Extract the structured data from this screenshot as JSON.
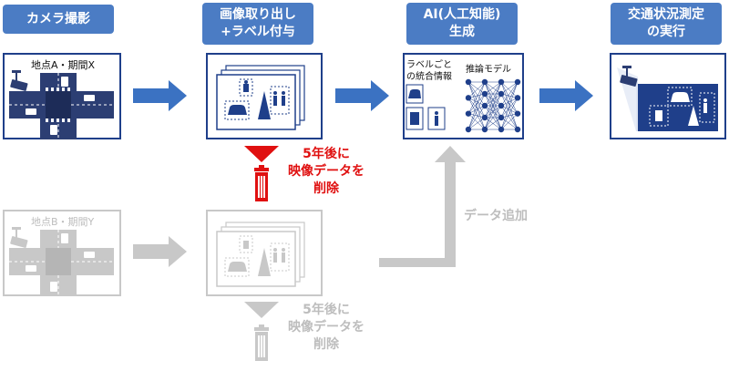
{
  "headers": {
    "camera": "カメラ撮影",
    "extract_line1": "画像取り出し",
    "extract_line2": "+ラベル付与",
    "ai_line1": "AI(人工知能)",
    "ai_line2": "生成",
    "measure_line1": "交通状況測定",
    "measure_line2": "の実行"
  },
  "location_a": "地点A・期間X",
  "location_b": "地点B・期間Y",
  "ai_panel": {
    "label_integration_line1": "ラベルごと",
    "label_integration_line2": "の統合情報",
    "inference_model": "推論モデル"
  },
  "deletion_active": {
    "line1": "5年後に",
    "line2": "映像データを",
    "line3": "削除"
  },
  "deletion_gray": {
    "line1": "5年後に",
    "line2": "映像データを",
    "line3": "削除"
  },
  "add_data": "データ追加",
  "colors": {
    "header_bg": "#4b7cc4",
    "panel_border": "#1f3f8a",
    "arrow_blue": "#3b72c2",
    "arrow_gray": "#c8c8c8",
    "delete_red": "#e01010",
    "text_gray": "#bdbdbd"
  }
}
